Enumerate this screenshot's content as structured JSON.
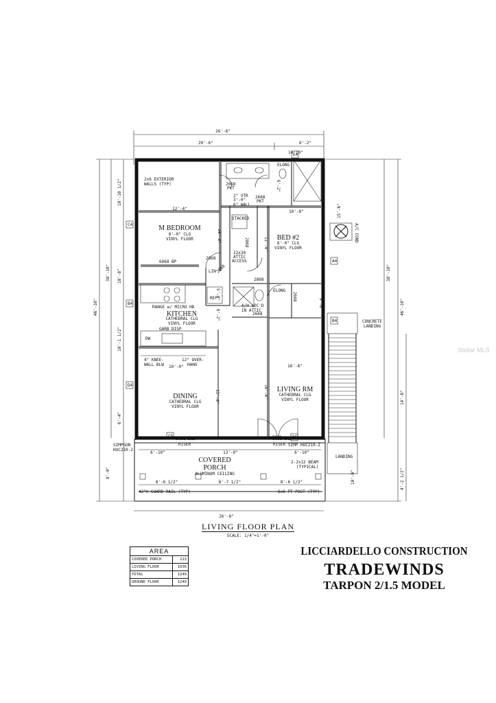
{
  "dims": {
    "overall_width_top": "26'-8\"",
    "overall_width_bottom": "26'-8\"",
    "top_left": "20'-6\"",
    "top_right": "6'-2\"",
    "left_total": "46'-10\"",
    "left_inner": "38'-10\"",
    "porch_depth": "8'-0\"",
    "right_total": "46'-10\"",
    "right_inner": "38'-10\"",
    "stair_run": "14'-8\"",
    "landing_dim": "4'-2 1/2\"",
    "porch_right": "10'-0\"",
    "bed2_right": "15'-6\"",
    "bed2_width": "10'-8\"",
    "mbed_width": "12'-4\"",
    "mbed_depth": "14'-8\"",
    "mbed_left": "10'-10 1/2\"",
    "mbed_left2": "10'-8\"",
    "kitchen_left": "10'-1 1/2\"",
    "dining_left": "6'-4\"",
    "living_width": "16'-8\"",
    "living_depth": "16'-4\"",
    "dining_depth": "13'-0\"",
    "porch_w1": "6'-10\"",
    "porch_w2": "13'-0\"",
    "porch_w3": "6'-10\"",
    "porch_s1": "8'-6 1/2\"",
    "porch_s2": "8'-7 1/2\"",
    "porch_s3": "8'-6 1/2\""
  },
  "labels": {
    "exterior_walls": "2x6 EXTERIOR\nWALLS (TYP)",
    "m_bedroom": "M BEDROOM",
    "m_bedroom_sub": "8'-0\" CLG\nVINYL FLOOR",
    "bed2": "BED #2",
    "bed2_sub": "8'-0\" CLG\nVINYL FLOOR",
    "kitchen": "KITCHEN",
    "kitchen_sub": "CATHEDRAL CLG\nVINYL FLOOR",
    "range": "RANGE w/ MICRO HD",
    "garb": "GARB DISP",
    "dw": "DW",
    "knee_wall": "4\" KNEE-\nWALL BLW",
    "overhang": "12\" OVER-\nHANG",
    "dining": "DINING",
    "dining_sub": "CATHEDRAL CLG\nVINYL FLOOR",
    "living": "LIVING RM",
    "living_sub": "CATHEDRAL CLG\nVINYL FLOOR",
    "covered_porch": "COVERED\nPORCH",
    "porch_sub": "ALUMINUM CEILING",
    "guard_rail": "42\"H GUARD RAIL (TYP)",
    "post": "6x6 PT POST (TYP)",
    "beam": "2-2x12 BEAM\n(TYPICAL)",
    "simpson": "SIMPSON\nHUC210-2",
    "simp": "SIMP HUC210-2",
    "riser_l": "RISER",
    "riser_r": "RISER",
    "landing": "LANDING",
    "concrete_landing": "CONCRETE\nLANDING",
    "attic_access": "22x30\nATTIC\nACCESS",
    "ah_loc": "A/H LOC'D\nIN ATTIC",
    "stacked": "STACKED",
    "ac_cond": "A/C COND",
    "ref": "REF",
    "lin": "LIN",
    "vtr": "2\" VTR",
    "wall6": "6\" WALL",
    "elong_top": "ELONG",
    "elong_mid": "ELONG",
    "slider_mbed": "6068 BP",
    "sgd_dining": "6068 SGD",
    "sgd_living": "6068 SGD",
    "door_2668_a": "2668\nPKT",
    "door_2668_b": "2668\nPKT",
    "door_2868_a": "2868",
    "door_2868_b": "2868",
    "door_2868_c": "2868",
    "door_2668_c": "2668",
    "door_2668_d": "2668",
    "door_2868_d": "2868",
    "door_2068": "2068",
    "dim_3_0": "3'-0\"",
    "dim_6_2": "6'-2\"",
    "dim_5_0": "5'-0\"",
    "dim_9_0": "9'-0\"",
    "dim_11_4": "11'-4\"",
    "dim_6_2b": "6'-2\"",
    "dim_14_10": "14'10\"",
    "dim_10_0": "10'-0\""
  },
  "tags": {
    "a4": "A4",
    "b4": "B4",
    "c4": "C4",
    "d4": "D4",
    "e4": "E4",
    "c5": "C5",
    "d5": "D5"
  },
  "title": {
    "plan": "LIVING FLOOR PLAN",
    "scale": "SCALE: 1/4\"=1'-0\""
  },
  "area": {
    "header": "AREA",
    "rows": [
      {
        "label": "COVERED PORCH",
        "value": "213"
      },
      {
        "label": "LIVING FLOOR",
        "value": "1036"
      },
      {
        "label": "TOTAL",
        "value": "1249"
      },
      {
        "label": "GROUND FLOOR",
        "value": "1249"
      }
    ]
  },
  "block": {
    "company": "LICCIARDELLO CONSTRUCTION",
    "model": "TRADEWINDS",
    "sub": "TARPON 2/1.5 MODEL"
  },
  "watermark": "Stellar MLS"
}
